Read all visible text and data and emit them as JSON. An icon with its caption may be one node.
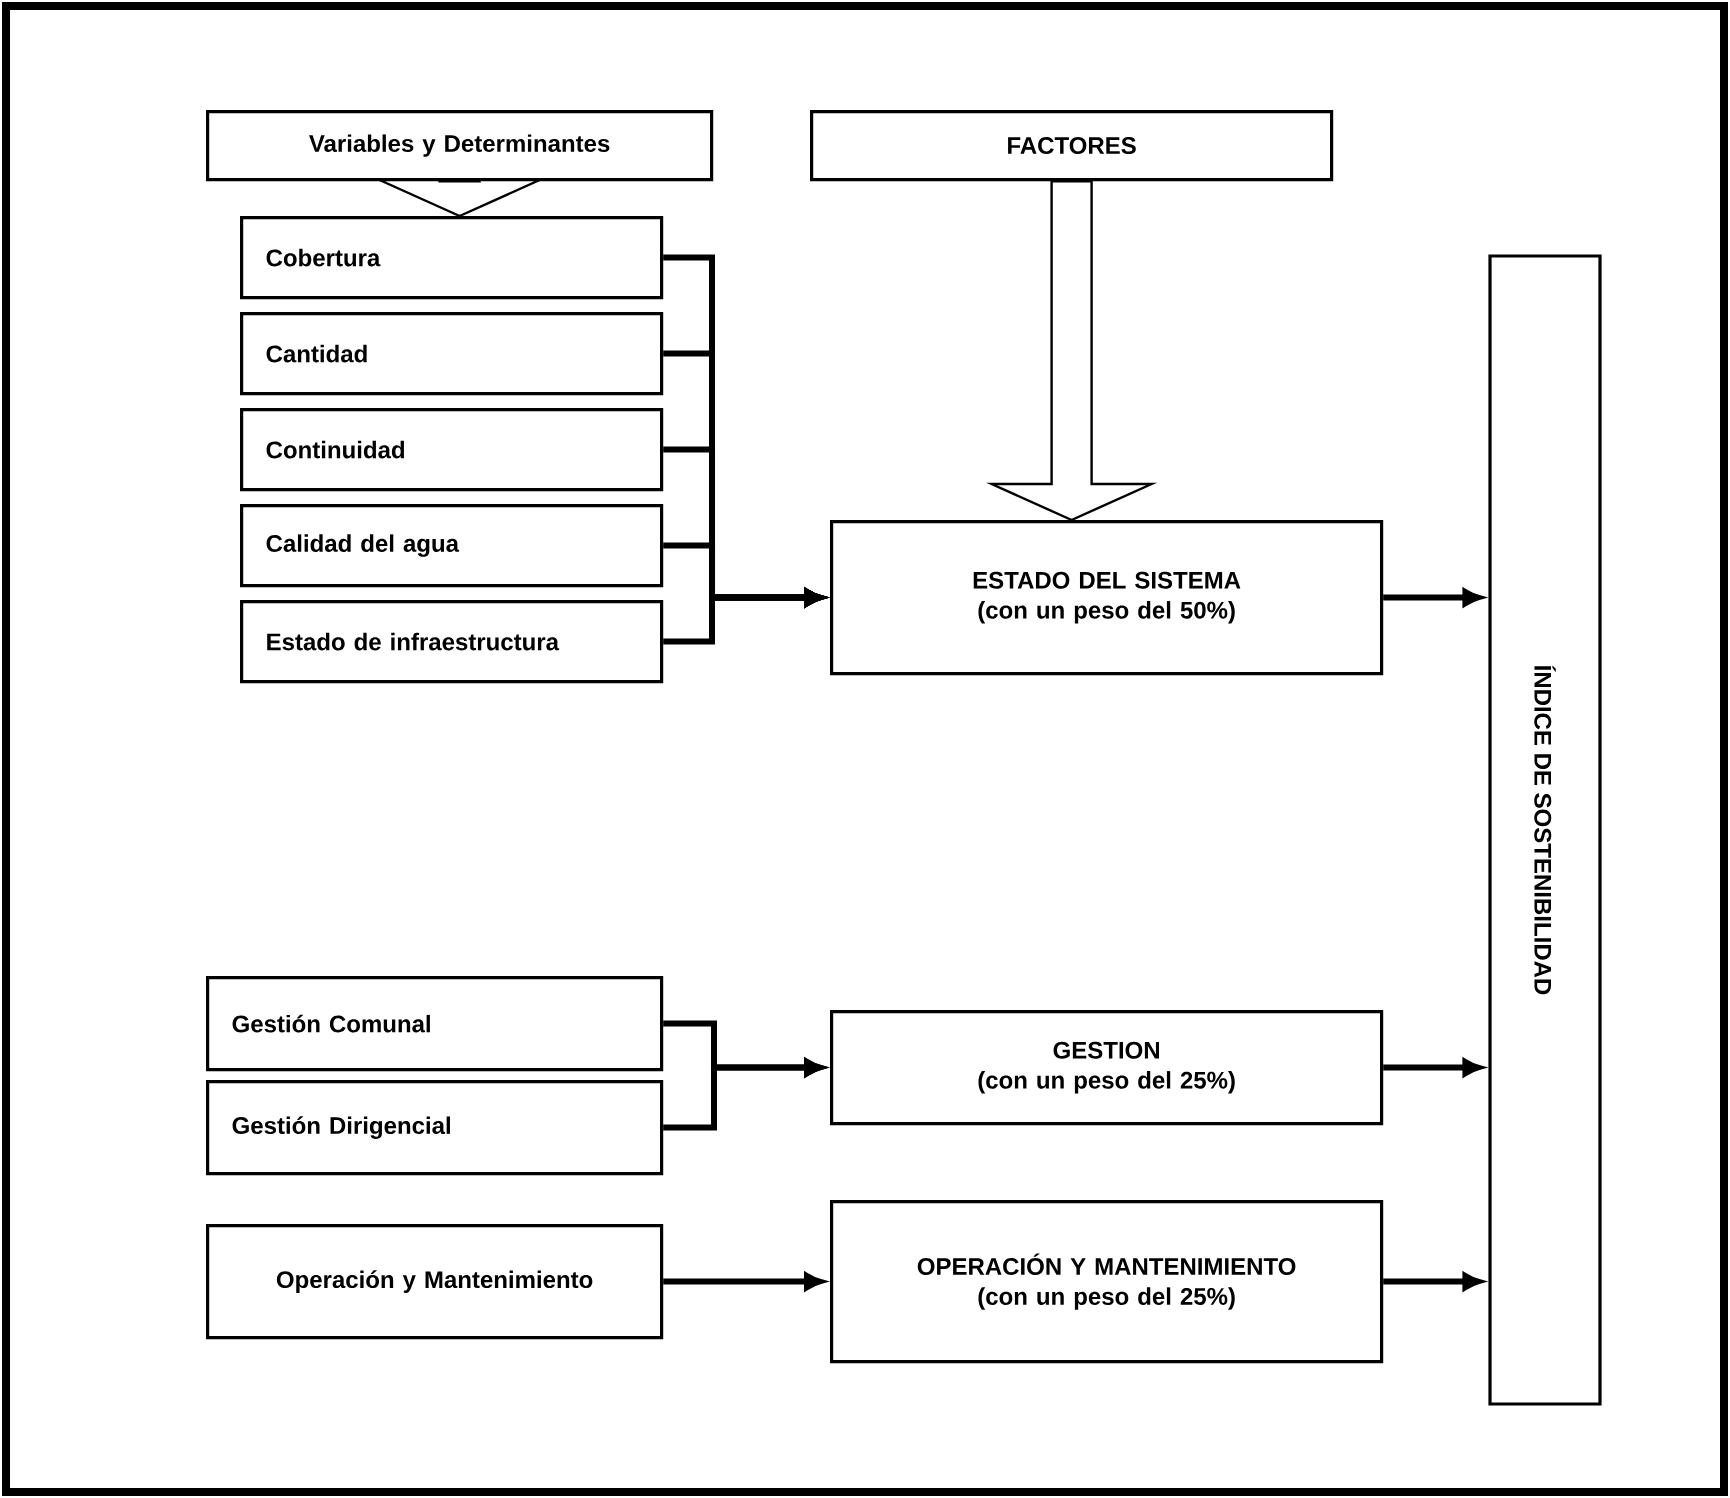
{
  "diagram": {
    "nodes": [
      {
        "text": [
          "Variables y Determinantes"
        ]
      },
      {
        "text": [
          "FACTORES"
        ]
      },
      {
        "text": [
          "Cobertura"
        ]
      },
      {
        "text": [
          "Cantidad"
        ]
      },
      {
        "text": [
          "Continuidad"
        ]
      },
      {
        "text": [
          "Calidad del agua"
        ]
      },
      {
        "text": [
          "Estado de infraestructura"
        ]
      },
      {
        "text": [
          "ESTADO DEL SISTEMA",
          "(con un peso del 50%)"
        ]
      },
      {
        "text": [
          "ÍNDICE DE SOSTENIBILIDAD"
        ]
      },
      {
        "text": [
          "Gestión Comunal"
        ]
      },
      {
        "text": [
          "Gestión Dirigencial"
        ]
      },
      {
        "text": [
          "GESTION",
          "(con un peso del 25%)"
        ]
      },
      {
        "text": [
          "Operación y Mantenimiento"
        ]
      },
      {
        "text": [
          "OPERACIÓN Y MANTENIMIENTO",
          "(con un peso del 25%)"
        ]
      }
    ],
    "edges": [
      {
        "from": 0,
        "to": 2,
        "arrow": "to",
        "style": "thick"
      },
      {
        "from": 1,
        "to": 7,
        "arrow": "to",
        "style": "thick"
      },
      {
        "from": 2,
        "to": 7,
        "arrow": "to"
      },
      {
        "from": 3,
        "to": 7,
        "arrow": "to"
      },
      {
        "from": 4,
        "to": 7,
        "arrow": "to"
      },
      {
        "from": 5,
        "to": 7,
        "arrow": "to"
      },
      {
        "from": 6,
        "to": 7,
        "arrow": "to"
      },
      {
        "from": 7,
        "to": 8,
        "arrow": "to"
      },
      {
        "from": 9,
        "to": 11,
        "arrow": "to"
      },
      {
        "from": 10,
        "to": 11,
        "arrow": "to"
      },
      {
        "from": 11,
        "to": 8,
        "arrow": "to"
      },
      {
        "from": 12,
        "to": 13,
        "arrow": "to"
      },
      {
        "from": 13,
        "to": 8,
        "arrow": "to"
      }
    ]
  }
}
